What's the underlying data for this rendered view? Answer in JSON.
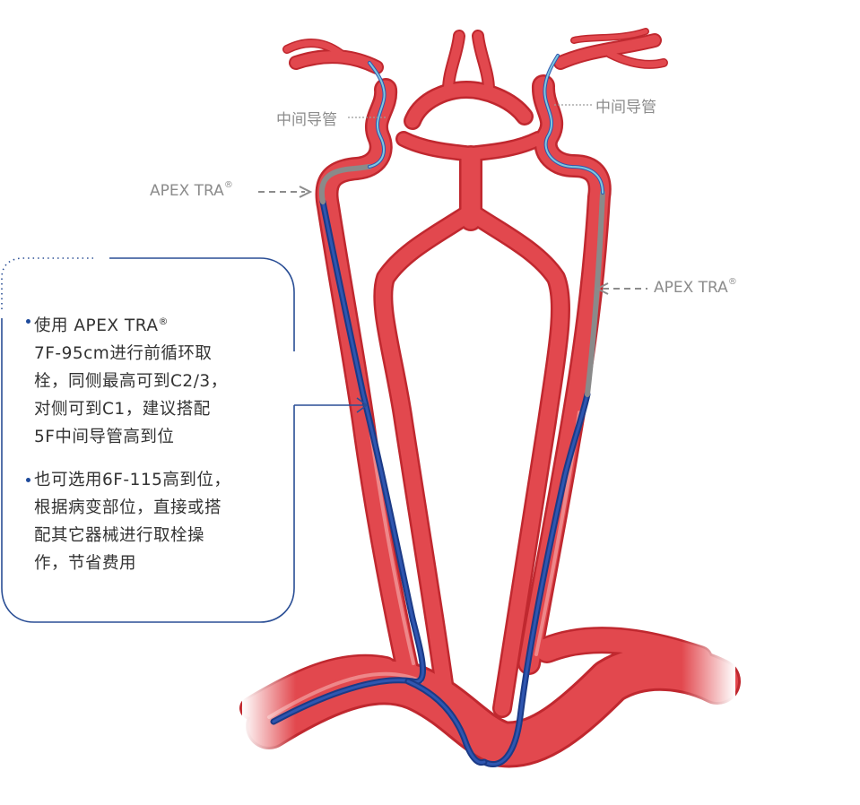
{
  "colors": {
    "artery_fill": "#e2484e",
    "artery_edge": "#c0282f",
    "artery_light": "#f4a3a3",
    "catheter_blue": "#24479a",
    "catheter_gray": "#8a8a8a",
    "catheter_cyan": "#7ec8de",
    "frame_blue": "#2a4e95",
    "label_gray": "#8c8c8c"
  },
  "labels": {
    "intermediate_left": "中间导管",
    "intermediate_right": "中间导管",
    "apex_left": "APEX TRA",
    "apex_right": "APEX TRA",
    "registered_mark": "®"
  },
  "callout": {
    "bullet1": {
      "line1": "使用 APEX TRA",
      "reg": "®",
      "line2": "7F-95cm进行前循环取",
      "line3": "栓，同侧最高可到C2/3，",
      "line4": "对侧可到C1，建议搭配",
      "line5": "5F中间导管高到位"
    },
    "bullet2": {
      "line1": "也可选用6F-115高到位，",
      "line2": "根据病变部位，直接或搭",
      "line3": "配其它器械进行取栓操",
      "line4": "作，节省费用"
    }
  },
  "icons": {
    "arrow_left": "dashed-arrow-right-icon",
    "arrow_right": "dashed-arrow-left-icon"
  }
}
